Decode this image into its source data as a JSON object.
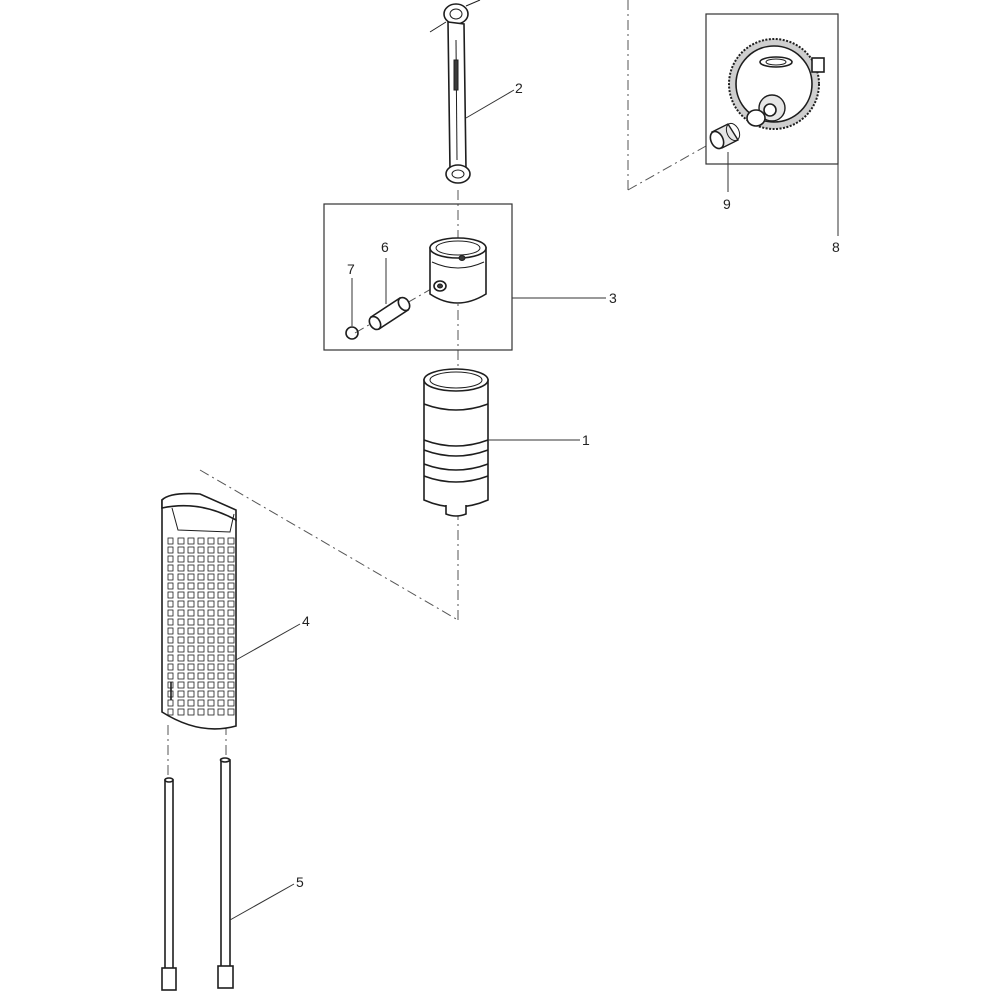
{
  "callouts": {
    "c1": "1",
    "c2": "2",
    "c3": "3",
    "c4": "4",
    "c5": "5",
    "c6": "6",
    "c7": "7",
    "c8": "8",
    "c9": "9"
  },
  "colors": {
    "line": "#1e1e1e",
    "shade": "#e6e6e6",
    "background": "#ffffff"
  }
}
